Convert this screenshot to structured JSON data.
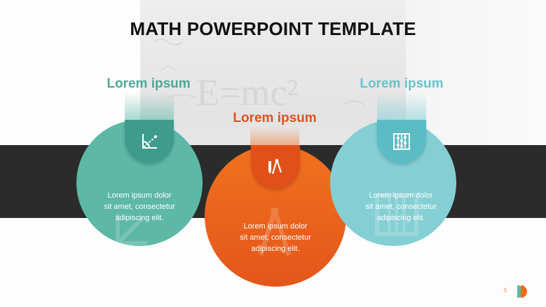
{
  "slide": {
    "title": "MATH POWERPOINT TEMPLATE",
    "page_number": "5"
  },
  "items": [
    {
      "heading": "Lorem ipsum",
      "body_lines": [
        "Lorem ipsum dolor",
        "sit amet, consectetur",
        "adipiscing elit."
      ],
      "color": "#5db8a6",
      "heading_color": "#4fa897",
      "icon": "protractor-angle-icon"
    },
    {
      "heading": "Lorem ipsum",
      "body_lines": [
        "Lorem ipsum dolor",
        "sit amet, consectetur",
        "adipiscing elit."
      ],
      "color": "#ee6a1e",
      "heading_color": "#e0531a",
      "icon": "compass-pencil-icon"
    },
    {
      "heading": "Lorem ipsum",
      "body_lines": [
        "Lorem ipsum dolor",
        "sit amet, consectetur",
        "adipiscing elit."
      ],
      "color": "#7fcdd3",
      "heading_color": "#6cc2cb",
      "icon": "abacus-icon"
    }
  ],
  "background": {
    "chalkboard_formula": "E=mc²"
  }
}
